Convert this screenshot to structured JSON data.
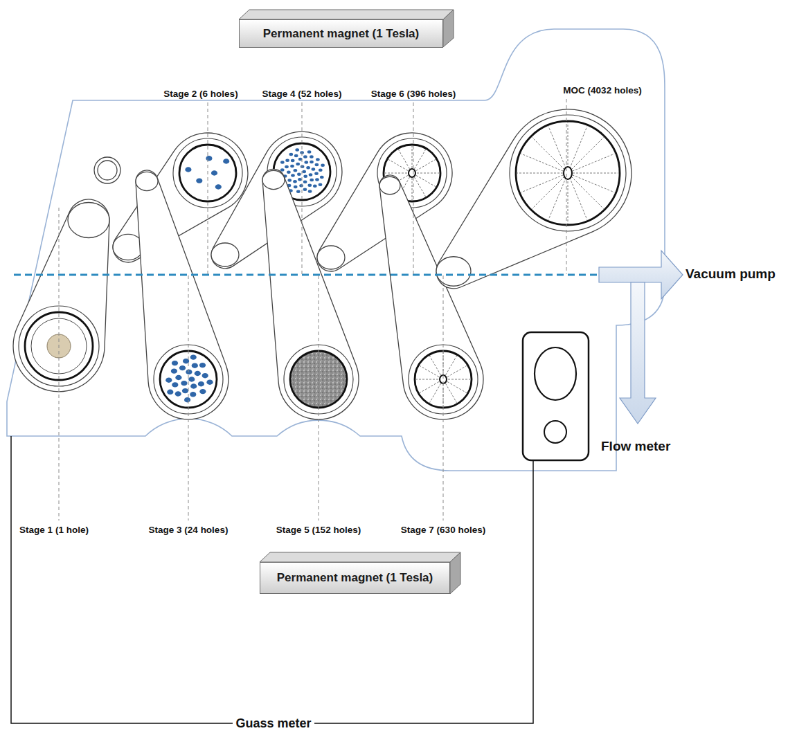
{
  "diagram": {
    "nodes": [
      {
        "text": [
          "Permanent magnet (1 Tesla)"
        ]
      },
      {
        "text": [
          "Permanent magnet (1 Tesla)"
        ]
      }
    ],
    "labels": [
      "Stage 2 (6 holes)",
      "Stage 4 (52 holes)",
      "Stage 6 (396 holes)",
      "MOC (4032 holes)",
      "Vacuum pump",
      "Flow meter",
      "Stage 1 (1 hole)",
      "Stage 3 (24 holes)",
      "Stage 5 (152 holes)",
      "Stage 7 (630 holes)",
      "Guass meter"
    ]
  }
}
